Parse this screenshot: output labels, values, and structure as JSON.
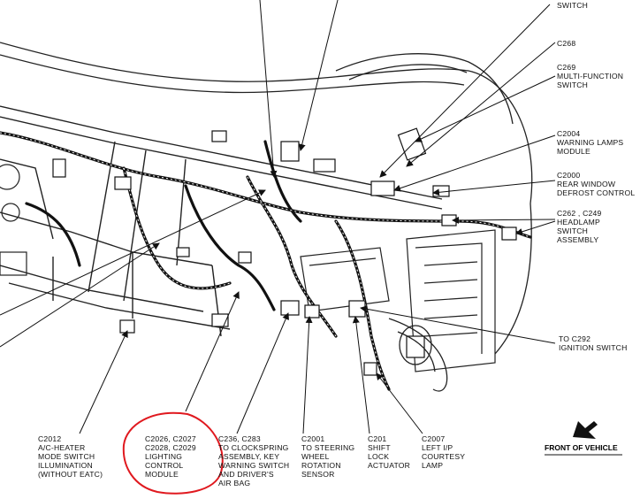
{
  "callouts": {
    "top_switch": [
      "SWITCH"
    ],
    "c268": [
      "C268"
    ],
    "c269": [
      "C269",
      "MULTI-FUNCTION",
      "SWITCH"
    ],
    "c2004": [
      "C2004",
      "WARNING LAMPS",
      "MODULE"
    ],
    "c2000": [
      "C2000",
      "REAR WINDOW",
      "DEFROST CONTROL"
    ],
    "c262": [
      "C262 , C249",
      "HEADLAMP",
      "SWITCH",
      "ASSEMBLY"
    ],
    "c292": [
      "TO C292",
      "IGNITION SWITCH"
    ],
    "c2012": [
      "C2012",
      "A/C-HEATER",
      "MODE SWITCH",
      "ILLUMINATION",
      "(WITHOUT EATC)"
    ],
    "c2026": [
      "C2026, C2027",
      "C2028, C2029",
      "LIGHTING",
      "CONTROL",
      "MODULE"
    ],
    "c236": [
      "C236, C283",
      "TO CLOCKSPRING",
      "ASSEMBLY, KEY",
      "WARNING SWITCH",
      "AND DRIVER'S",
      "AIR BAG"
    ],
    "c2001": [
      "C2001",
      "TO STEERING",
      "WHEEL",
      "ROTATION",
      "SENSOR"
    ],
    "c201": [
      "C201",
      "SHIFT",
      "LOCK",
      "ACTUATOR"
    ],
    "c2007": [
      "C2007",
      "LEFT I/P",
      "COURTESY",
      "LAMP"
    ]
  },
  "front_of_vehicle": "FRONT OF VEHICLE",
  "colors": {
    "ink": "#111111",
    "highlight": "#e0191f"
  }
}
